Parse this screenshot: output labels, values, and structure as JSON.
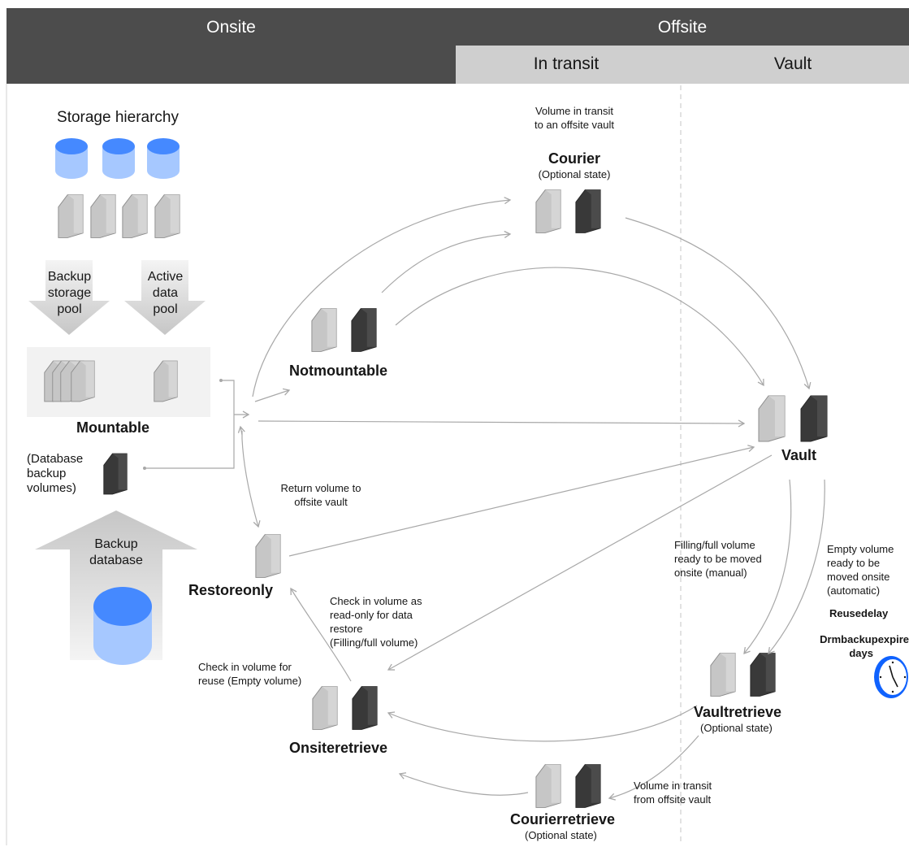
{
  "header": {
    "onsite": "Onsite",
    "offsite": "Offsite",
    "in_transit": "In transit",
    "vault": "Vault"
  },
  "storage_hierarchy": "Storage hierarchy",
  "pools": {
    "backup_storage_pool": [
      "Backup",
      "storage",
      "pool"
    ],
    "active_data_pool": [
      "Active",
      "data",
      "pool"
    ]
  },
  "states": {
    "mountable": "Mountable",
    "notmountable": "Notmountable",
    "courier": "Courier",
    "courier_sub": "(Optional state)",
    "vault": "Vault",
    "vaultretrieve": "Vaultretrieve",
    "vaultretrieve_sub": "(Optional state)",
    "courierretrieve": "Courierretrieve",
    "courierretrieve_sub": "(Optional state)",
    "onsiteretrieve": "Onsiteretrieve",
    "restoreonly": "Restoreonly"
  },
  "db_volumes": [
    "(Database",
    "backup",
    "volumes)"
  ],
  "backup_database": [
    "Backup",
    "database"
  ],
  "annotations": {
    "courier_note": [
      "Volume in transit",
      "to an offsite vault"
    ],
    "return_volume": [
      "Return volume to",
      "offsite vault"
    ],
    "filling_full": [
      "Filling/full volume",
      "ready to be moved",
      "onsite (manual)"
    ],
    "empty_volume": [
      "Empty volume",
      "ready to be",
      "moved onsite",
      "(automatic)"
    ],
    "reusedelay": "Reusedelay",
    "drmbackupexpire": [
      "Drmbackupexpire",
      "days"
    ],
    "checkin_readonly": [
      "Check in volume as",
      "read-only for data",
      "restore",
      "(Filling/full volume)"
    ],
    "checkin_reuse": [
      "Check in volume for",
      "reuse (Empty volume)"
    ],
    "courierretrieve_note": [
      "Volume in transit",
      "from offsite vault"
    ]
  },
  "colors": {
    "header_dark": "#4c4c4c",
    "header_light": "#cfcfcf",
    "cylinder_blue": "#4589ff",
    "cylinder_light": "#a6c8ff",
    "volume_light": "#c6c6c6",
    "volume_dark": "#393939",
    "arrow": "#a8a8a8",
    "panel": "#f2f2f2"
  }
}
